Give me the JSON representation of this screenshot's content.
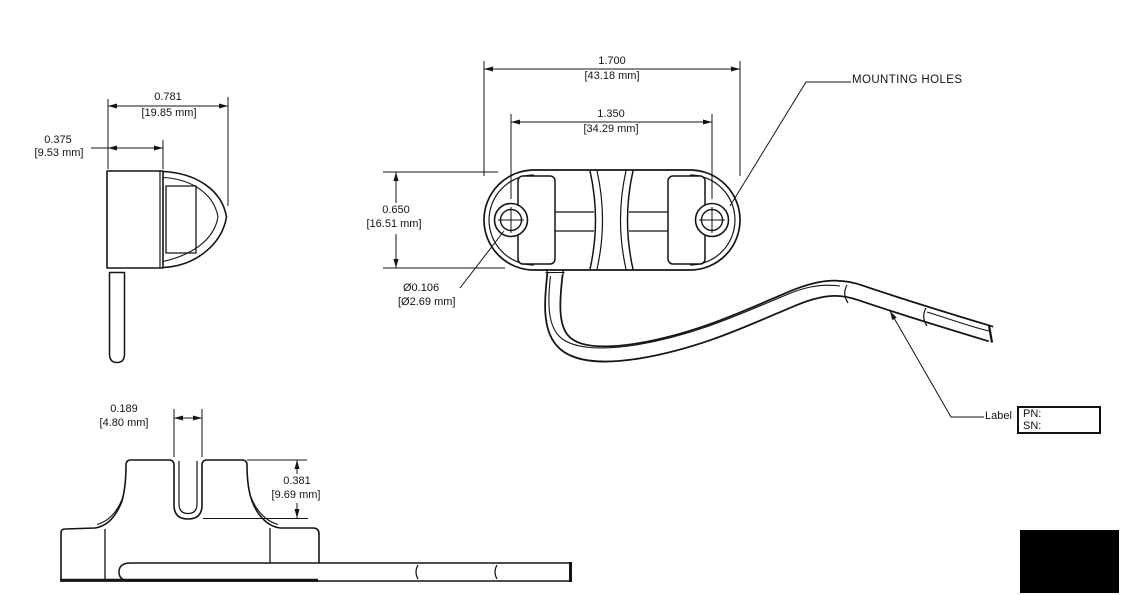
{
  "views": {
    "side": {
      "width_dim": {
        "in": "0.781",
        "mm": "[19.85 mm]"
      },
      "lens_dim": {
        "in": "0.375",
        "mm": "[9.53 mm]"
      }
    },
    "top": {
      "length_dim": {
        "in": "1.700",
        "mm": "[43.18 mm]"
      },
      "hole_spacing_dim": {
        "in": "1.350",
        "mm": "[34.29 mm]"
      },
      "height_dim": {
        "in": "0.650",
        "mm": "[16.51 mm]"
      },
      "hole_dia_dim": {
        "in": "Ø0.106",
        "mm": "[Ø2.69 mm]"
      },
      "mounting_holes_label": "MOUNTING HOLES"
    },
    "cable": {
      "label_callout": "Label",
      "label_box": {
        "line1": "PN:",
        "line2": "SN:"
      }
    },
    "bottom": {
      "slot_width_dim": {
        "in": "0.189",
        "mm": "[4.80 mm]"
      },
      "post_height_dim": {
        "in": "0.381",
        "mm": "[9.69 mm]"
      }
    }
  },
  "colors": {
    "line": "#141414",
    "background": "#ffffff",
    "block": "#000000"
  }
}
